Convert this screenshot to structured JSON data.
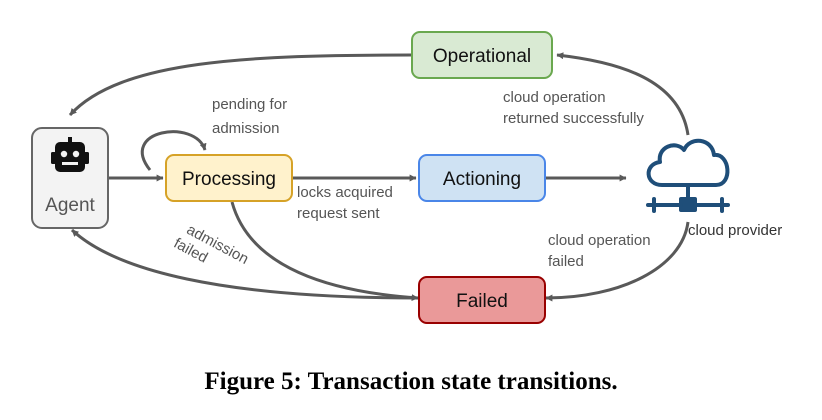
{
  "nodes": {
    "agent": {
      "label": "Agent",
      "fill": "#f3f3f3",
      "stroke": "#666666",
      "icon": "robot-icon"
    },
    "processing": {
      "label": "Processing",
      "fill": "#fff2cc",
      "stroke": "#d6a227"
    },
    "actioning": {
      "label": "Actioning",
      "fill": "#cfe2f3",
      "stroke": "#4a86e8"
    },
    "operational": {
      "label": "Operational",
      "fill": "#d9ead3",
      "stroke": "#6aa84f"
    },
    "failed": {
      "label": "Failed",
      "fill": "#ea9999",
      "stroke": "#990000"
    },
    "cloud": {
      "label": "cloud provider",
      "icon": "cloud-network-icon",
      "color": "#1f4e79"
    }
  },
  "edges": {
    "pending": [
      "pending for",
      "admission"
    ],
    "locks": [
      "locks acquired",
      "request sent"
    ],
    "success": [
      "cloud operation",
      "returned successfully"
    ],
    "cloud_failed": [
      "cloud operation",
      "failed"
    ],
    "admission_failed": [
      "admission",
      "failed"
    ]
  },
  "edge_color": "#595959",
  "caption": "Figure 5: Transaction state transitions."
}
